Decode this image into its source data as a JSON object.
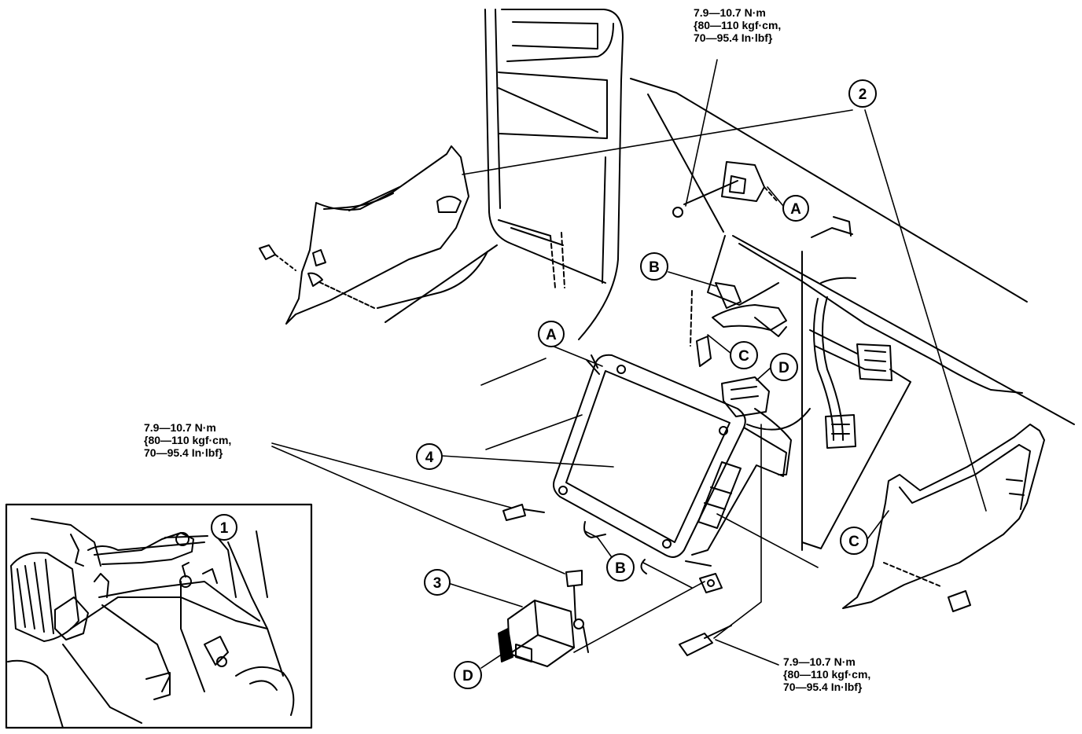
{
  "callouts": {
    "part1": "1",
    "part2": "2",
    "part3": "3",
    "part4": "4",
    "conn_a_upper": "A",
    "conn_a_lower": "A",
    "conn_b_upper": "B",
    "conn_b_lower": "B",
    "conn_c_upper": "C",
    "conn_c_lower": "C",
    "conn_d_upper": "D",
    "conn_d_lower": "D"
  },
  "torque_top": {
    "line1": "7.9—10.7 N·m",
    "line2": "{80—110 kgf·cm,",
    "line3": "70—95.4 In·lbf}"
  },
  "torque_left": {
    "line1": "7.9—10.7 N·m",
    "line2": "{80—110 kgf·cm,",
    "line3": "70—95.4 In·lbf}"
  },
  "torque_bottom": {
    "line1": "7.9—10.7 N·m",
    "line2": "{80—110 kgf·cm,",
    "line3": "70—95.4 In·lbf}"
  }
}
